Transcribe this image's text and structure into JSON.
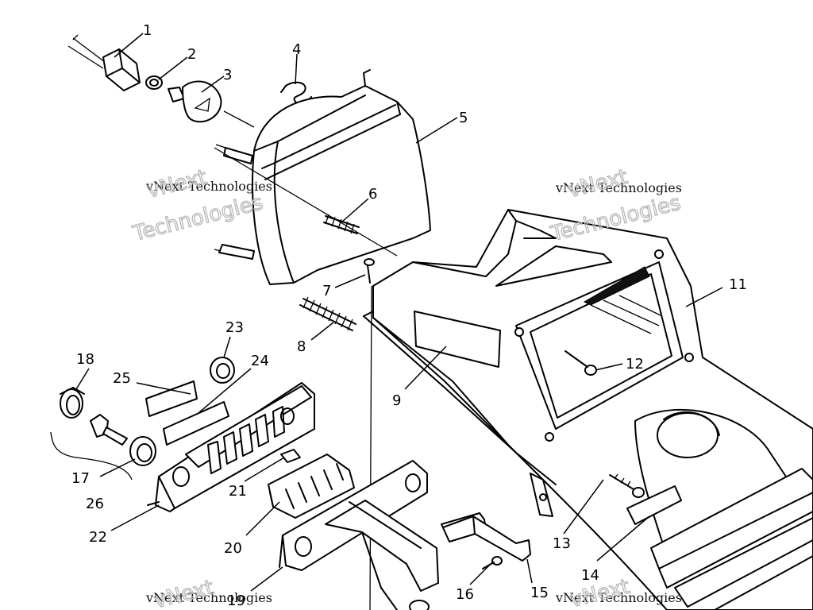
{
  "watermark": {
    "line1": "vNext Technologies",
    "line2a": "vNext",
    "line2b": "Technologies"
  },
  "callouts": [
    "1",
    "2",
    "3",
    "4",
    "5",
    "6",
    "7",
    "8",
    "9",
    "11",
    "12",
    "13",
    "14",
    "15",
    "16",
    "17",
    "18",
    "19",
    "20",
    "21",
    "22",
    "23",
    "24",
    "25",
    "26"
  ]
}
